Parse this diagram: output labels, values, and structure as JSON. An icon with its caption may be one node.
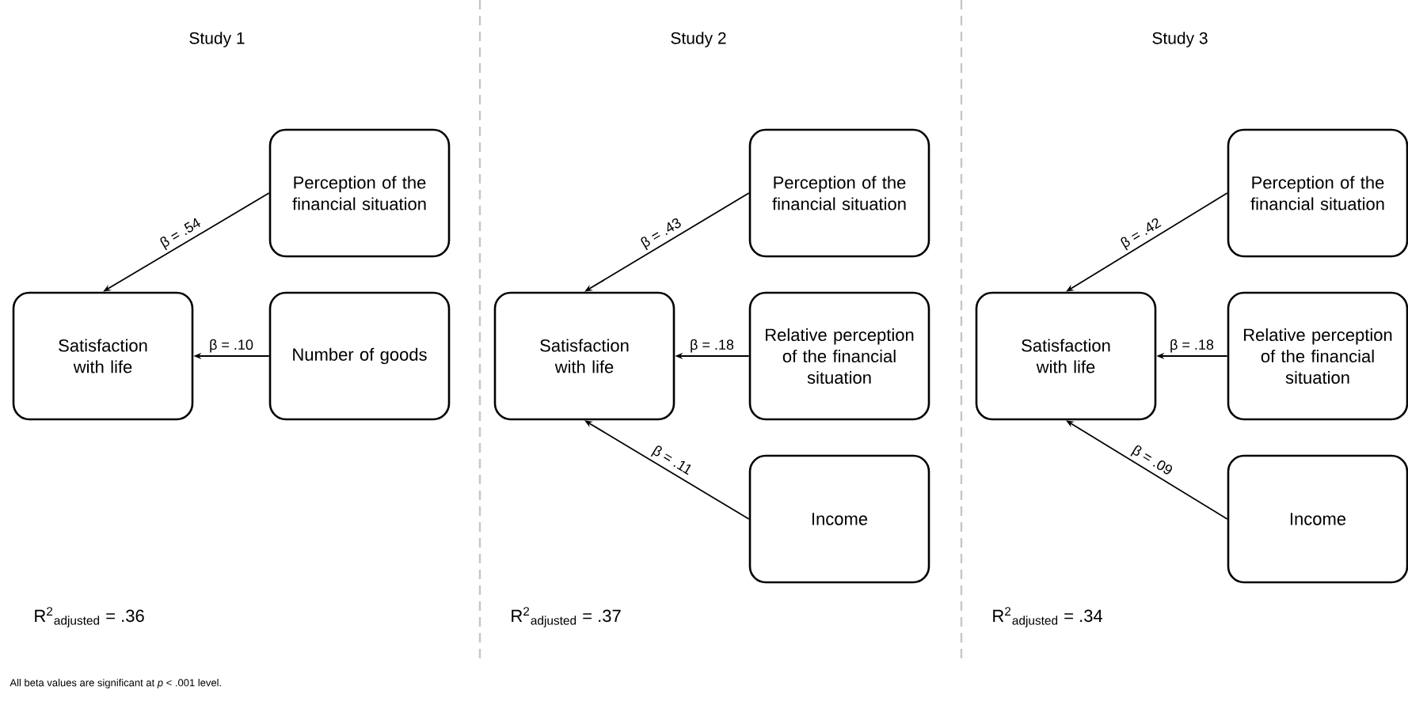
{
  "diagram": {
    "nodes": [
      {
        "text": [
          "Perception of the financial situation"
        ]
      },
      {
        "text": [
          "Satisfaction with life"
        ]
      },
      {
        "text": [
          "Number of goods"
        ]
      },
      {
        "text": [
          "Perception of the financial situation"
        ]
      },
      {
        "text": [
          "Satisfaction with life"
        ]
      },
      {
        "text": [
          "Relative perception of the financial situation"
        ]
      },
      {
        "text": [
          "Income"
        ]
      },
      {
        "text": [
          "Perception of the financial situation"
        ]
      },
      {
        "text": [
          "Satisfaction with life"
        ]
      },
      {
        "text": [
          "Relative perception of the financial situation"
        ]
      },
      {
        "text": [
          "Income"
        ]
      }
    ],
    "edges": [
      {
        "from": 0,
        "to": 1,
        "arrow": "to",
        "label": "β = .54"
      },
      {
        "from": 2,
        "to": 1,
        "arrow": "to",
        "label": "β = .10"
      },
      {
        "from": 3,
        "to": 4,
        "arrow": "to",
        "label": "β = .43"
      },
      {
        "from": 5,
        "to": 4,
        "arrow": "to",
        "label": "β = .18"
      },
      {
        "from": 6,
        "to": 4,
        "arrow": "to",
        "label": "β = .11"
      },
      {
        "from": 7,
        "to": 8,
        "arrow": "to",
        "label": "β = .42"
      },
      {
        "from": 9,
        "to": 8,
        "arrow": "to",
        "label": "β = .18"
      },
      {
        "from": 10,
        "to": 8,
        "arrow": "to",
        "label": "β = .09"
      }
    ],
    "labels": [
      "Study 1",
      "Study 2",
      "Study 3",
      "R$^{2}$$_{adjusted}$ = .36",
      "R$^{2}$$_{adjusted}$ = .37",
      "R$^{2}$$_{adjusted}$ = .34",
      "All beta values are significant at *p* < .001 level."
    ]
  }
}
